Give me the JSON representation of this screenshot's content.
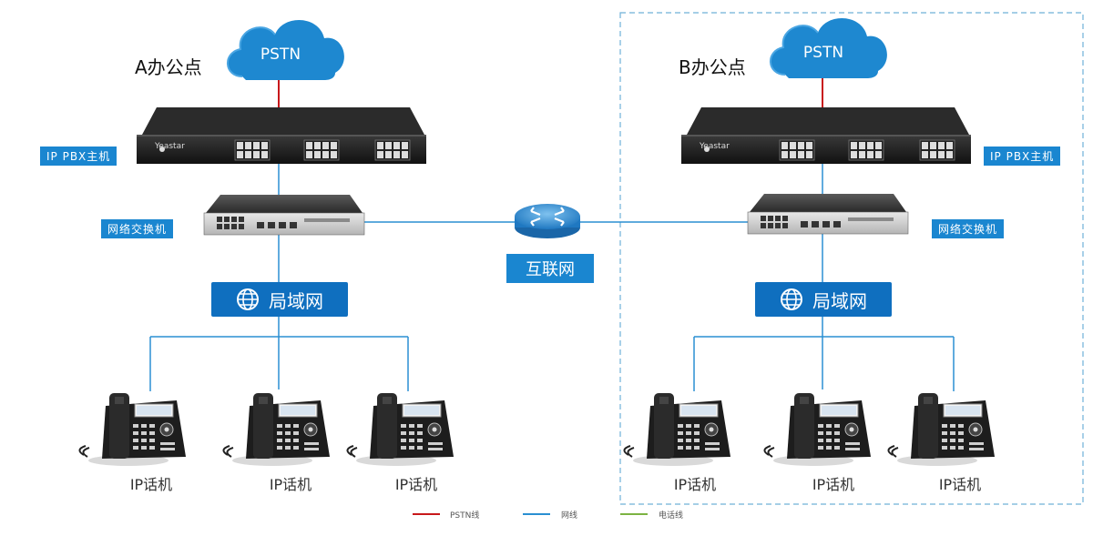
{
  "office_a": {
    "title": "A办公点",
    "cloud": "PSTN",
    "pbx_tag": "IP PBX主机",
    "pbx_brand": "Yeastar",
    "switch_tag": "网络交换机",
    "lan": "局域网",
    "phones": [
      "IP话机",
      "IP话机",
      "IP话机"
    ]
  },
  "office_b": {
    "title": "B办公点",
    "cloud": "PSTN",
    "pbx_tag": "IP PBX主机",
    "pbx_brand": "Yeastar",
    "switch_tag": "网络交换机",
    "lan": "局域网",
    "phones": [
      "IP话机",
      "IP话机",
      "IP话机"
    ]
  },
  "internet": {
    "label": "互联网"
  },
  "legend": [
    {
      "label": "PSTN线",
      "color": "#c8181b"
    },
    {
      "label": "网线",
      "color": "#2a8fd2"
    },
    {
      "label": "电话线",
      "color": "#7cb342"
    }
  ],
  "colors": {
    "pstn_line": "#c8181b",
    "network_line": "#2a8fd2",
    "accent": "#1a86d0",
    "cloud": "#1e88d0",
    "dashed_border": "#6fb1d8"
  }
}
